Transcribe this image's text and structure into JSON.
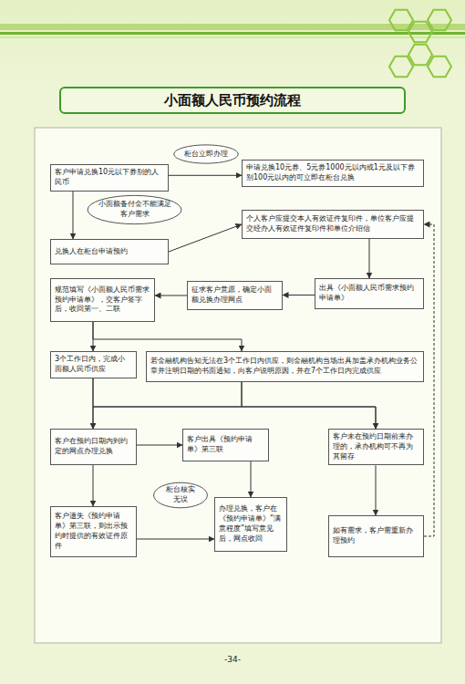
{
  "diagram": {
    "title": "小面额人民币预约流程",
    "nodes": [
      {
        "text": [
          "客户申请兑换10元以下券别的人民币"
        ]
      },
      {
        "text": [
          "柜台立即办理"
        ]
      },
      {
        "text": [
          "申请兑换10元券、5元券1000元以内或1元及以下券别100元以内的可立即在柜台兑换"
        ]
      },
      {
        "text": [
          "小面额备付金不能满足客户需求"
        ]
      },
      {
        "text": [
          "个人客户应提交本人有效证件复印件，单位客户应提交经办人有效证件复印件和单位介绍信"
        ]
      },
      {
        "text": [
          "兑换人在柜台申请预约"
        ]
      },
      {
        "text": [
          "规范填写《小面额人民币需求预约申请单》，交客户签字后，收回第一、二联"
        ]
      },
      {
        "text": [
          "征求客户意愿，确定小面额兑换办理网点"
        ]
      },
      {
        "text": [
          "出具《小面额人民币需求预约申请单》"
        ]
      },
      {
        "text": [
          "3个工作日内，完成小面额人民币供应"
        ]
      },
      {
        "text": [
          "若金融机构告知无法在3个工作日内供应，则金融机构当场出具加盖承办机构业务公章并注明日期的书面通知，向客户说明原因，并在7个工作日内完成供应"
        ]
      },
      {
        "text": [
          "客户在预约日期内到约定的网点办理兑换"
        ]
      },
      {
        "text": [
          "客户出具《预约申请单》第三联"
        ]
      },
      {
        "text": [
          "客户未在预约日期前来办理的，承办机构可不再为其留存"
        ]
      },
      {
        "text": [
          "客户遗失《预约申请单》第三联，则出示预约时提供的有效证件原件"
        ]
      },
      {
        "text": [
          "柜台核实无误"
        ]
      },
      {
        "text": [
          "办理兑换，客户在《预约申请单》“满意程度”填写意见后，网点收回"
        ]
      },
      {
        "text": [
          "如有需求，客户需重新办理预约"
        ]
      }
    ],
    "edges": [
      {
        "from": 0,
        "to": 2,
        "arrow": "to"
      },
      {
        "from": 0,
        "to": 5,
        "arrow": "to"
      },
      {
        "from": 5,
        "to": 4,
        "arrow": "to"
      },
      {
        "from": 4,
        "to": 8,
        "arrow": "to"
      },
      {
        "from": 8,
        "to": 7,
        "arrow": "to"
      },
      {
        "from": 7,
        "to": 6,
        "arrow": "to"
      },
      {
        "from": 6,
        "to": 9,
        "arrow": "to"
      },
      {
        "from": 6,
        "to": 10,
        "arrow": "to"
      },
      {
        "from": 9,
        "to": 11,
        "arrow": "to"
      },
      {
        "from": 9,
        "to": 13,
        "arrow": "to"
      },
      {
        "from": 10,
        "to": 11,
        "arrow": "to"
      },
      {
        "from": 10,
        "to": 13,
        "arrow": "to"
      },
      {
        "from": 11,
        "to": 12,
        "arrow": "to"
      },
      {
        "from": 11,
        "to": 14,
        "arrow": "to"
      },
      {
        "from": 12,
        "to": 16,
        "arrow": "to"
      },
      {
        "from": 14,
        "to": 16,
        "arrow": "to"
      },
      {
        "from": 13,
        "to": 17,
        "arrow": "to"
      },
      {
        "from": 17,
        "to": 4,
        "arrow": "to"
      }
    ],
    "labels": [
      "-34-"
    ]
  }
}
